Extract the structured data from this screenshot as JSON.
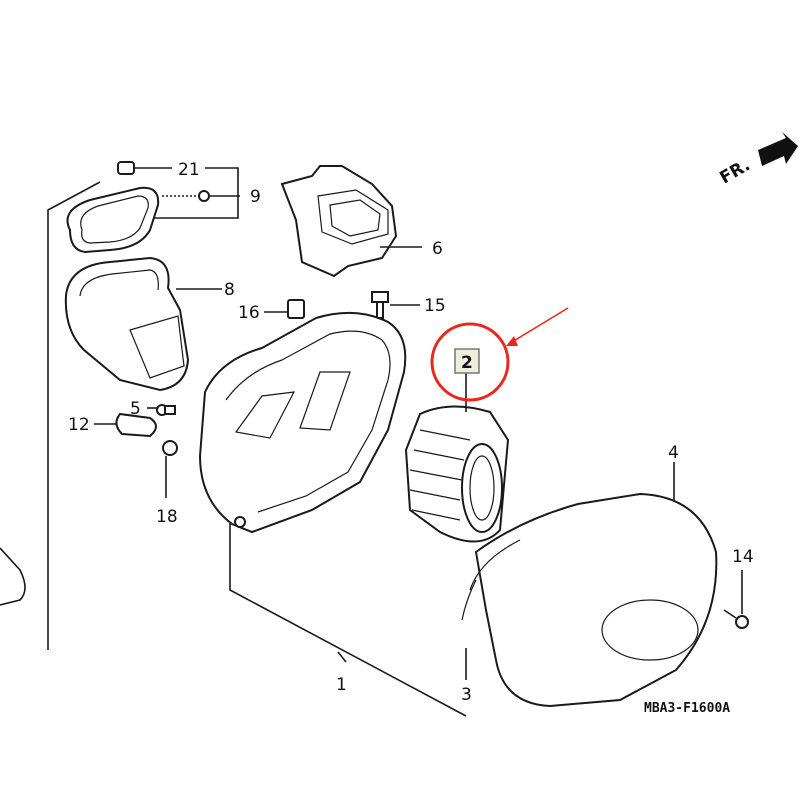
{
  "diagram": {
    "direction_label": "FR.",
    "drawing_code": "MBA3-F1600A",
    "accent_color": "#e8281e",
    "callouts": {
      "c21": "21",
      "c9": "9",
      "c6": "6",
      "c8": "8",
      "c16": "16",
      "c15": "15",
      "c12": "12",
      "c5": "5",
      "c18": "18",
      "c2": "2",
      "c4": "4",
      "c14": "14",
      "c1": "1",
      "c3": "3"
    }
  }
}
